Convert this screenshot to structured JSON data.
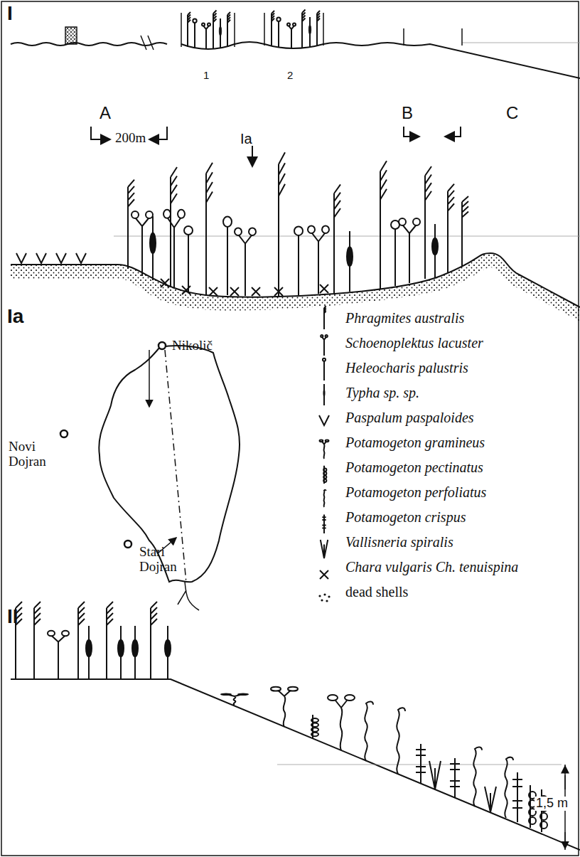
{
  "diagram": {
    "labels": [
      "I",
      "A",
      "200m",
      "1",
      "2",
      "B",
      "C",
      "Ia",
      "Ia",
      "Nikolič",
      "Novi Dojran",
      "Stari Dojran",
      "II",
      "1,5 m"
    ],
    "legend": [
      {
        "text": "Phragmites australis"
      },
      {
        "text": "Schoenoplektus lacuster"
      },
      {
        "text": "Heleocharis palustris"
      },
      {
        "text": "Typha sp. sp."
      },
      {
        "text": "Paspalum paspaloides"
      },
      {
        "text": "Potamogeton gramineus"
      },
      {
        "text": "Potamogeton pectinatus"
      },
      {
        "text": "Potamogeton perfoliatus"
      },
      {
        "text": "Potamogeton crispus"
      },
      {
        "text": "Vallisneria spiralis"
      },
      {
        "text": "Chara vulgaris Ch. tenuispina"
      },
      {
        "text": "dead shells"
      }
    ]
  }
}
